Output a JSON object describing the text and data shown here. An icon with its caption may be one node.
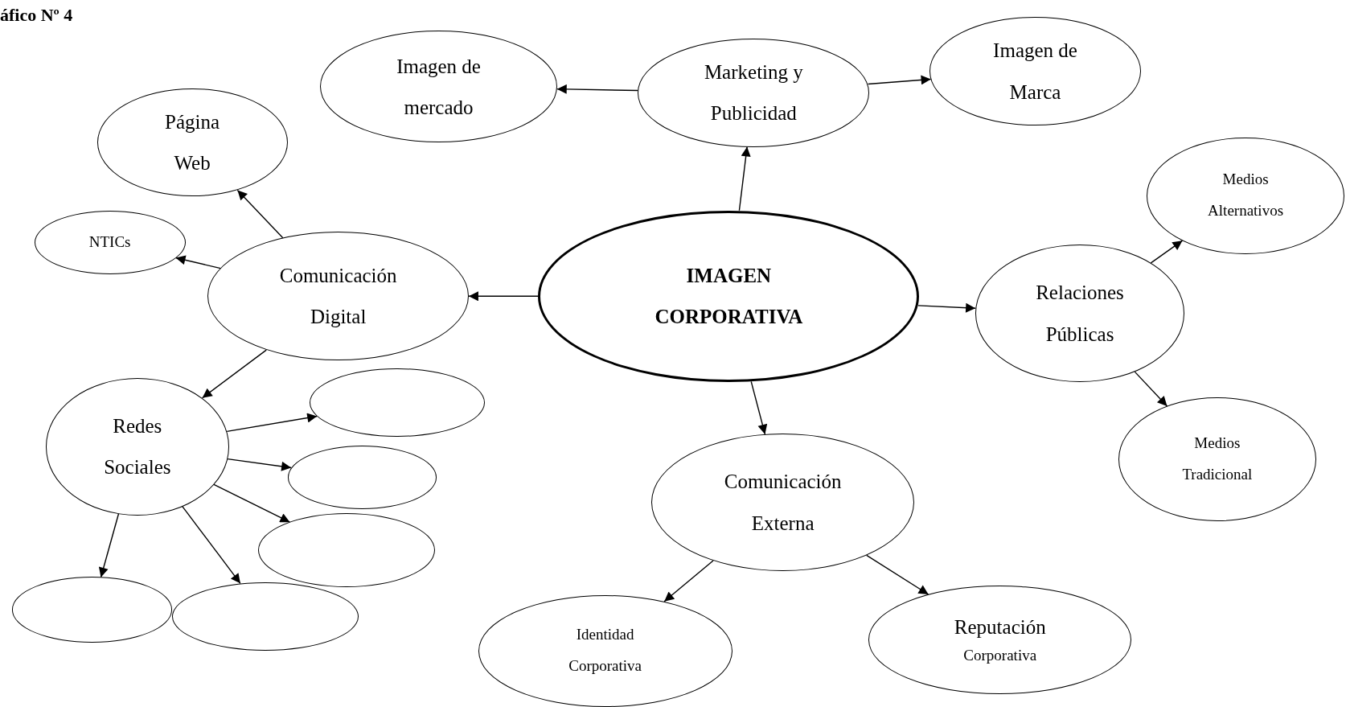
{
  "diagram": {
    "title": "áfico Nº 4",
    "nodes": [
      {
        "text": [
          "IMAGEN CORPORATIVA"
        ]
      },
      {
        "text": [
          "Marketing y Publicidad"
        ]
      },
      {
        "text": [
          "Imagen de mercado"
        ]
      },
      {
        "text": [
          "Imagen de Marca"
        ]
      },
      {
        "text": [
          "Comunicación Digital"
        ]
      },
      {
        "text": [
          "Página Web"
        ]
      },
      {
        "text": [
          "NTICs"
        ]
      },
      {
        "text": [
          "Redes Sociales"
        ]
      },
      {
        "text": [],
        "shape": "ellipse"
      },
      {
        "text": [],
        "shape": "ellipse"
      },
      {
        "text": [],
        "shape": "ellipse"
      },
      {
        "text": [],
        "shape": "ellipse"
      },
      {
        "text": [],
        "shape": "ellipse"
      },
      {
        "text": [
          "Relaciones Públicas"
        ]
      },
      {
        "text": [
          "Medios Alternativos"
        ]
      },
      {
        "text": [
          "Medios Tradicional"
        ]
      },
      {
        "text": [
          "Comunicación Externa"
        ]
      },
      {
        "text": [
          "Identidad Corporativa"
        ]
      },
      {
        "text": [
          "Reputación",
          "Corporativa"
        ]
      }
    ],
    "edges": [
      {
        "from": 0,
        "to": 1,
        "arrow": "to"
      },
      {
        "from": 1,
        "to": 2,
        "arrow": "to"
      },
      {
        "from": 1,
        "to": 3,
        "arrow": "to"
      },
      {
        "from": 0,
        "to": 4,
        "arrow": "to"
      },
      {
        "from": 4,
        "to": 5,
        "arrow": "to"
      },
      {
        "from": 4,
        "to": 6,
        "arrow": "to"
      },
      {
        "from": 4,
        "to": 7,
        "arrow": "to"
      },
      {
        "from": 7,
        "to": 8,
        "arrow": "to"
      },
      {
        "from": 7,
        "to": 9,
        "arrow": "to"
      },
      {
        "from": 7,
        "to": 10,
        "arrow": "to"
      },
      {
        "from": 7,
        "to": 11,
        "arrow": "to"
      },
      {
        "from": 7,
        "to": 12,
        "arrow": "to"
      },
      {
        "from": 0,
        "to": 13,
        "arrow": "to"
      },
      {
        "from": 13,
        "to": 14,
        "arrow": "to"
      },
      {
        "from": 13,
        "to": 15,
        "arrow": "to"
      },
      {
        "from": 0,
        "to": 16,
        "arrow": "to"
      },
      {
        "from": 16,
        "to": 17,
        "arrow": "to"
      },
      {
        "from": 16,
        "to": 18,
        "arrow": "to"
      }
    ]
  }
}
